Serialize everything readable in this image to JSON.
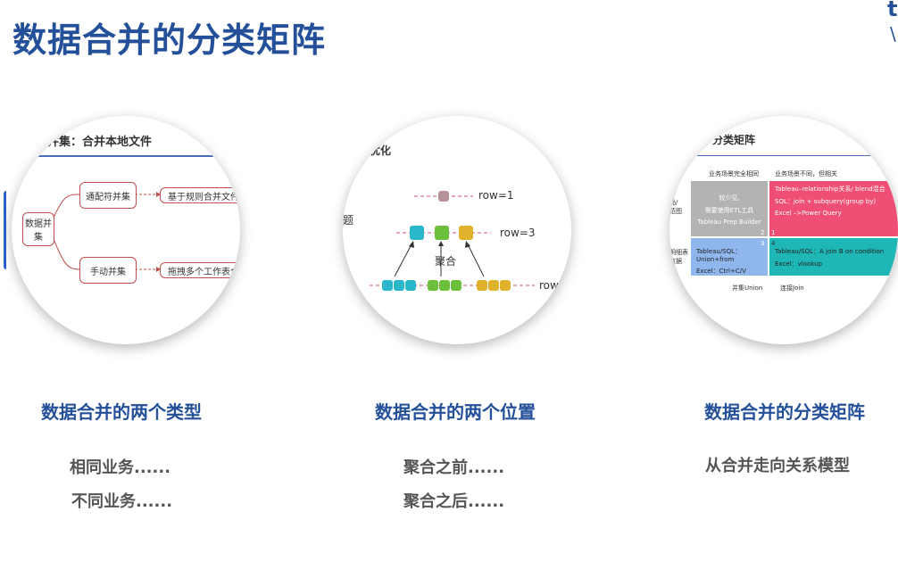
{
  "page": {
    "title": "数据合并的分类矩阵",
    "logo": "t",
    "logo2": "\\"
  },
  "circle1": {
    "header": "并集：合并本地文件",
    "root": "数据并集",
    "node_wildcard": "通配符并集",
    "node_manual": "手动并集",
    "leaf_wildcard": "基于规则合并文件或",
    "leaf_manual": "拖拽多个工作表合"
  },
  "circle2": {
    "header_fragment": "优化",
    "side_fragment": "题",
    "row1": "row=1",
    "row3": "row=3",
    "row_n": "row=",
    "aggregate": "聚合",
    "colors": {
      "gray": "#b8929a",
      "teal": "#2ab7c9",
      "green": "#6cbf3a",
      "yellow": "#e0b12a"
    }
  },
  "circle3": {
    "header": "分类矩阵",
    "top_left_label": "业务场景完全相同",
    "top_right_label": "业务场景不同，但相关",
    "left_top": "品/\n范图",
    "left_bottom": "明细表\n数据",
    "q1_lines": [
      "较少见,",
      "需要使用ETL工具",
      "Tableau Prep Builder"
    ],
    "q2_lines": [
      "Tableau–relationship关系/ blend混合",
      "SQL：join + subquery(group by)",
      "Excel –>Power Query"
    ],
    "q3_lines": [
      "Tableau/SQL：Union+from",
      "Excel：Ctrl+C/V"
    ],
    "q4_lines": [
      "Tableau/SQL：A join B on condition",
      "Excel：vlookup"
    ],
    "n1": "1",
    "n2": "2",
    "n3": "3",
    "n4": "4",
    "bottom_left": "并集Union",
    "bottom_right": "连接Join",
    "colors": {
      "gray": "#b3b3b3",
      "pink": "#ef4f74",
      "blue": "#8fb7ee",
      "teal": "#1fb6b6"
    }
  },
  "cards": [
    {
      "title": "数据合并的两个类型",
      "lines": [
        "相同业务......",
        "不同业务......"
      ]
    },
    {
      "title": "数据合并的两个位置",
      "lines": [
        "聚合之前......",
        "聚合之后......"
      ]
    },
    {
      "title": "数据合并的分类矩阵",
      "lines": [
        "从合并走向关系模型"
      ]
    }
  ]
}
